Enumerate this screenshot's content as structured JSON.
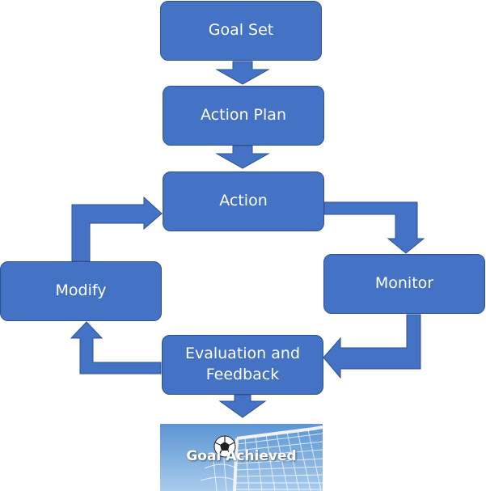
{
  "colors": {
    "box_fill": "#4472c4",
    "box_border": "#2f528f",
    "arrow_fill": "#4472c4",
    "box_text": "#ffffff",
    "sky": "#6fa8dc"
  },
  "nodes": {
    "goal_set": "Goal Set",
    "action_plan": "Action Plan",
    "action": "Action",
    "monitor": "Monitor",
    "evaluation_line1": "Evaluation and",
    "evaluation_line2": "Feedback",
    "modify": "Modify"
  },
  "goal_image": {
    "label": "Goal Achieved",
    "icons": [
      "soccer-ball-icon",
      "goal-net-icon"
    ]
  }
}
